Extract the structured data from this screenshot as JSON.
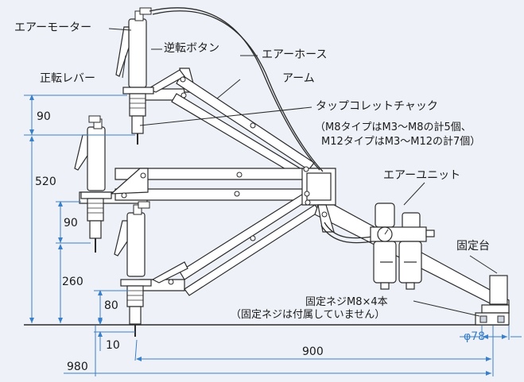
{
  "labels": {
    "air_motor": "エアーモーター",
    "reverse_button": "逆転ボタン",
    "air_hose": "エアーホース",
    "arm": "アーム",
    "forward_reverse_lever": "正転レバー",
    "tap_collet_chuck": "タップコレットチャック",
    "collet_note_1": "（M8タイプはM3〜M8の計5個、",
    "collet_note_2": "M12タイプはM3〜M12の計7個）",
    "air_unit": "エアーユニット",
    "fixing_base": "固定台",
    "fixing_screw": "固定ネジM8×4本",
    "fixing_screw_note": "（固定ネジは付属していません）"
  },
  "dimensions": {
    "d90_top": "90",
    "d520": "520",
    "d90_mid": "90",
    "d260": "260",
    "d80": "80",
    "d10": "10",
    "d900": "900",
    "d980": "980",
    "phi78": "φ78"
  },
  "colors": {
    "background": "#eef2f8",
    "dimension_line": "#3a7fc9",
    "outline": "#2b2b2b"
  }
}
